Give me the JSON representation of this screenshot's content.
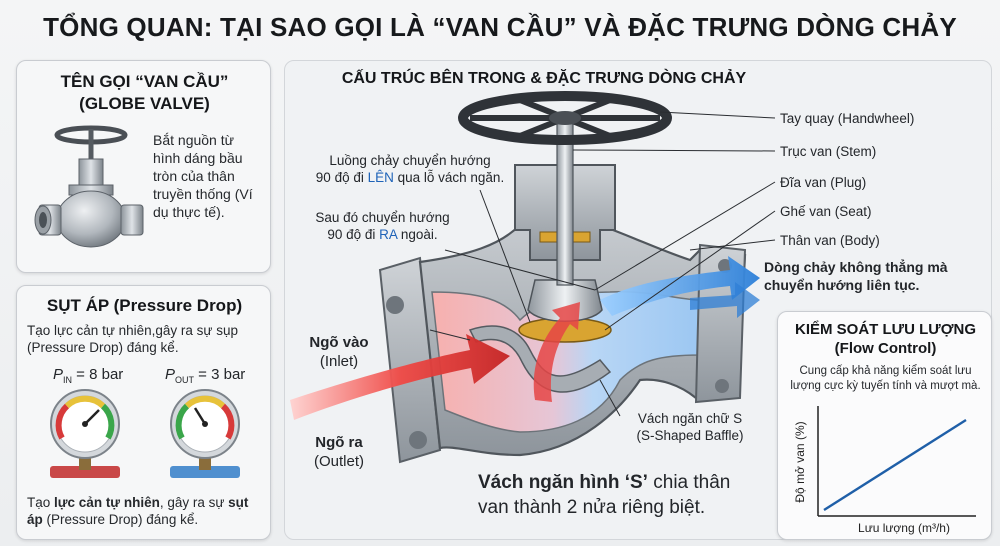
{
  "title": "TỔNG QUAN: TẠI SAO GỌI LÀ “VAN CẦU” VÀ ĐẶC TRƯNG DÒNG CHẢY",
  "name_card": {
    "title_line1": "TÊN GỌI “VAN CẦU”",
    "title_line2": "(GLOBE VALVE)",
    "text": "Bắt nguồn từ hình dáng bầu tròn của thân truyền thống (Ví dụ thực tế)."
  },
  "pressure_card": {
    "title": "SỤT ÁP (Pressure Drop)",
    "text_top": "Tạo lực cản tự nhiên,gây ra sự sụp (Pressure Drop) đáng kể.",
    "p_in_symbol": "P",
    "p_in_sub": "IN",
    "p_in_value": " = 8 bar",
    "p_out_symbol": "P",
    "p_out_sub": "OUT",
    "p_out_value": " = 3 bar",
    "bottom_part1": "Tạo ",
    "bottom_part2": "lực cản tự nhiên",
    "bottom_part3": ", gây ra sự ",
    "bottom_part4": "sụt áp",
    "bottom_part5": " (Pressure Drop) đáng kể."
  },
  "diagram": {
    "section_title": "CẤU TRÚC BÊN TRONG & ĐẶC TRƯNG DÒNG CHẢY",
    "note1_line1": "Luồng chảy chuyển hướng",
    "note1_line2a": "90 độ đi ",
    "note1_line2b": "LÊN",
    "note1_line2c": " qua lỗ vách ngăn.",
    "note2_line1": "Sau đó chuyển hướng",
    "note2_line2a": "90 độ đi ",
    "note2_line2b": "RA",
    "note2_line2c": " ngoài.",
    "parts": [
      "Tay quay (Handwheel)",
      "Trục van (Stem)",
      "Đĩa van (Plug)",
      "Ghế van (Seat)",
      "Thân van (Body)"
    ],
    "flow_note_line1": "Dòng chảy không thẳng mà",
    "flow_note_line2": "chuyển hướng liên tục.",
    "inlet_line1": "Ngõ vào",
    "inlet_line2": "(Inlet)",
    "outlet_line1": "Ngõ ra",
    "outlet_line2": "(Outlet)",
    "baffle_line1": "Vách ngăn chữ S",
    "baffle_line2": "(S-Shaped Baffle)",
    "big_note_bold": "Vách ngăn hình ‘S’",
    "big_note_rest": " chia thân",
    "big_note_line2": "van thành 2 nửa riêng biệt."
  },
  "flow_card": {
    "title_line1": "KIỂM SOÁT LƯU LƯỢNG",
    "title_line2": "(Flow Control)",
    "text_line1": "Cung cấp khả năng kiểm soát lưu",
    "text_line2": "lượng cực kỳ tuyến tính và mượt mà.",
    "colors": {
      "line": "#1f5fa8",
      "axis": "#222222"
    }
  },
  "chart_data": {
    "type": "line",
    "xlabel": "Lưu lượng (m³/h)",
    "ylabel": "Độ mở van (%)",
    "series": [
      {
        "x": [
          0,
          1
        ],
        "y": [
          0,
          1
        ]
      }
    ]
  },
  "colors": {
    "hot": "#e8373a",
    "cold": "#2f7fd6",
    "metal": "#b9bec4",
    "dark_metal": "#3e4348",
    "brass": "#d9a431"
  }
}
